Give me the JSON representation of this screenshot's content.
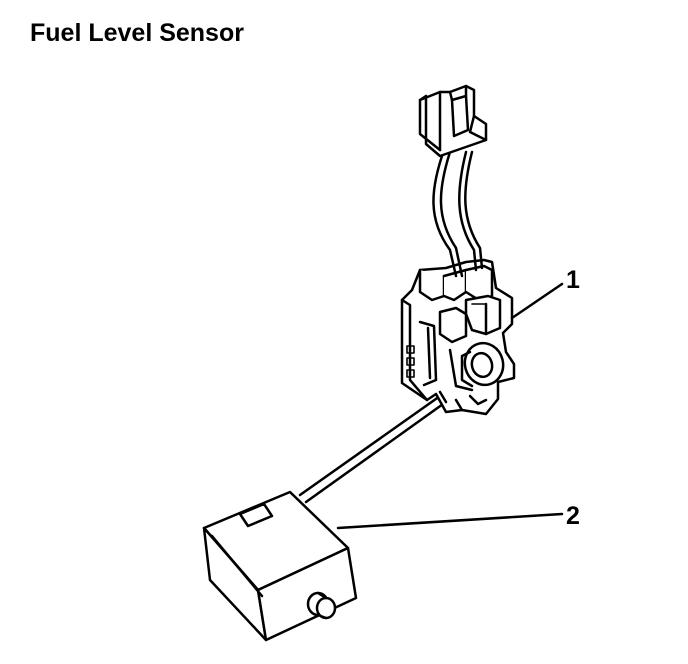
{
  "page": {
    "title": "Fuel Level Sensor"
  },
  "callouts": [
    {
      "label": "1",
      "part": "sensor-body"
    },
    {
      "label": "2",
      "part": "float"
    }
  ]
}
